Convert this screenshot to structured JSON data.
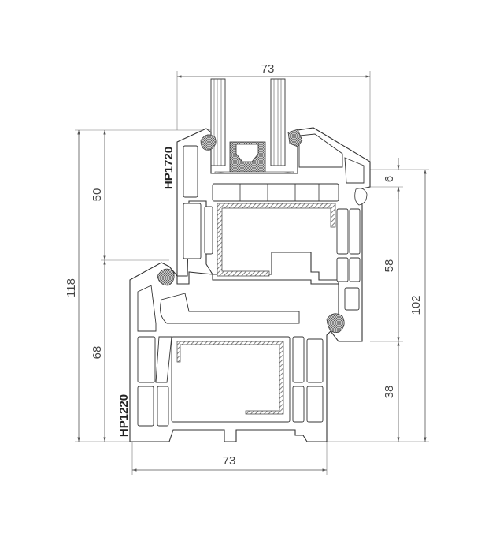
{
  "drawing": {
    "profiles": {
      "sash": "HP1720",
      "frame": "HP1220"
    },
    "dimensions": {
      "sash_width": "73",
      "frame_width": "73",
      "total_height": "118",
      "sash_upper": "50",
      "frame_lower": "68",
      "glazing_offset": "6",
      "sash_height": "58",
      "overall_right": "102",
      "frame_right": "38"
    }
  }
}
